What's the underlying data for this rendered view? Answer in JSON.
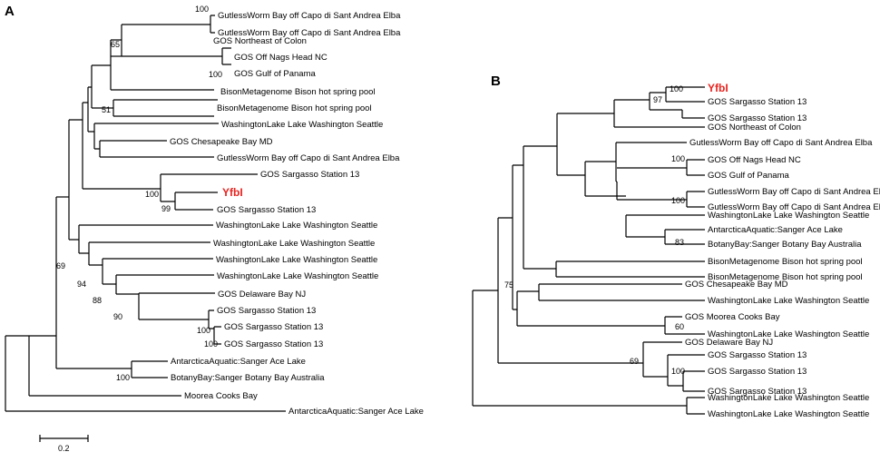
{
  "panels": {
    "a_letter": "A",
    "b_letter": "B",
    "scale_label": "0.2"
  },
  "tree_a_labels": [
    "GutlessWorm Bay off Capo di Sant Andrea Elba",
    "GutlessWorm Bay off Capo di Sant Andrea Elba",
    "GOS Northeast of Colon",
    "GOS Off Nags Head NC",
    "GOS Gulf of Panama",
    "BisonMetagenome Bison hot spring pool",
    "BisonMetagenome Bison hot spring pool",
    "WashingtonLake Lake Washington Seattle",
    "GOS Chesapeake Bay MD",
    "GutlessWorm Bay off Capo di Sant Andrea Elba",
    "GOS Sargasso Station 13",
    "YfbI",
    "GOS Sargasso Station 13",
    "WashingtonLake Lake Washington Seattle",
    "WashingtonLake Lake Washington Seattle",
    "WashingtonLake Lake Washington Seattle",
    "WashingtonLake Lake Washington Seattle",
    "GOS Delaware Bay NJ",
    "GOS Sargasso Station 13",
    "GOS Sargasso Station 13",
    "GOS Sargasso Station 13",
    "AntarcticaAquatic:Sanger Ace Lake",
    "BotanyBay:Sanger Botany Bay Australia",
    "Moorea Cooks Bay",
    "AntarcticaAquatic:Sanger Ace Lake"
  ],
  "tree_a_support": [
    "100",
    "65",
    "100",
    "51",
    "100",
    "99",
    "69",
    "94",
    "88",
    "90",
    "100",
    "100",
    "100"
  ],
  "tree_b_labels": [
    "YfbI",
    "GOS Sargasso Station 13",
    "GOS Sargasso Station 13",
    "GOS Northeast of Colon",
    "GutlessWorm Bay off Capo di Sant Andrea Elba",
    "GOS Off Nags Head NC",
    "GOS Gulf of Panama",
    "GutlessWorm Bay off Capo di Sant Andrea Elba",
    "GutlessWorm Bay off Capo di Sant Andrea Elba",
    "WashingtonLake Lake Washington Seattle",
    "AntarcticaAquatic:Sanger Ace Lake",
    "BotanyBay:Sanger Botany Bay Australia",
    "BisonMetagenome Bison hot spring pool",
    "BisonMetagenome Bison hot spring pool",
    "GOS Chesapeake Bay MD",
    "WashingtonLake Lake Washington Seattle",
    "GOS Moorea Cooks Bay",
    "WashingtonLake Lake Washington Seattle",
    "GOS Delaware Bay NJ",
    "GOS Sargasso Station 13",
    "GOS Sargasso Station 13",
    "GOS Sargasso Station 13",
    "WashingtonLake Lake Washington Seattle",
    "WashingtonLake Lake Washington Seattle"
  ],
  "tree_b_support": [
    "100",
    "97",
    "100",
    "100",
    "83",
    "75",
    "60",
    "69",
    "100"
  ],
  "colors": {
    "highlight": "#e8231f",
    "line": "#000000"
  }
}
